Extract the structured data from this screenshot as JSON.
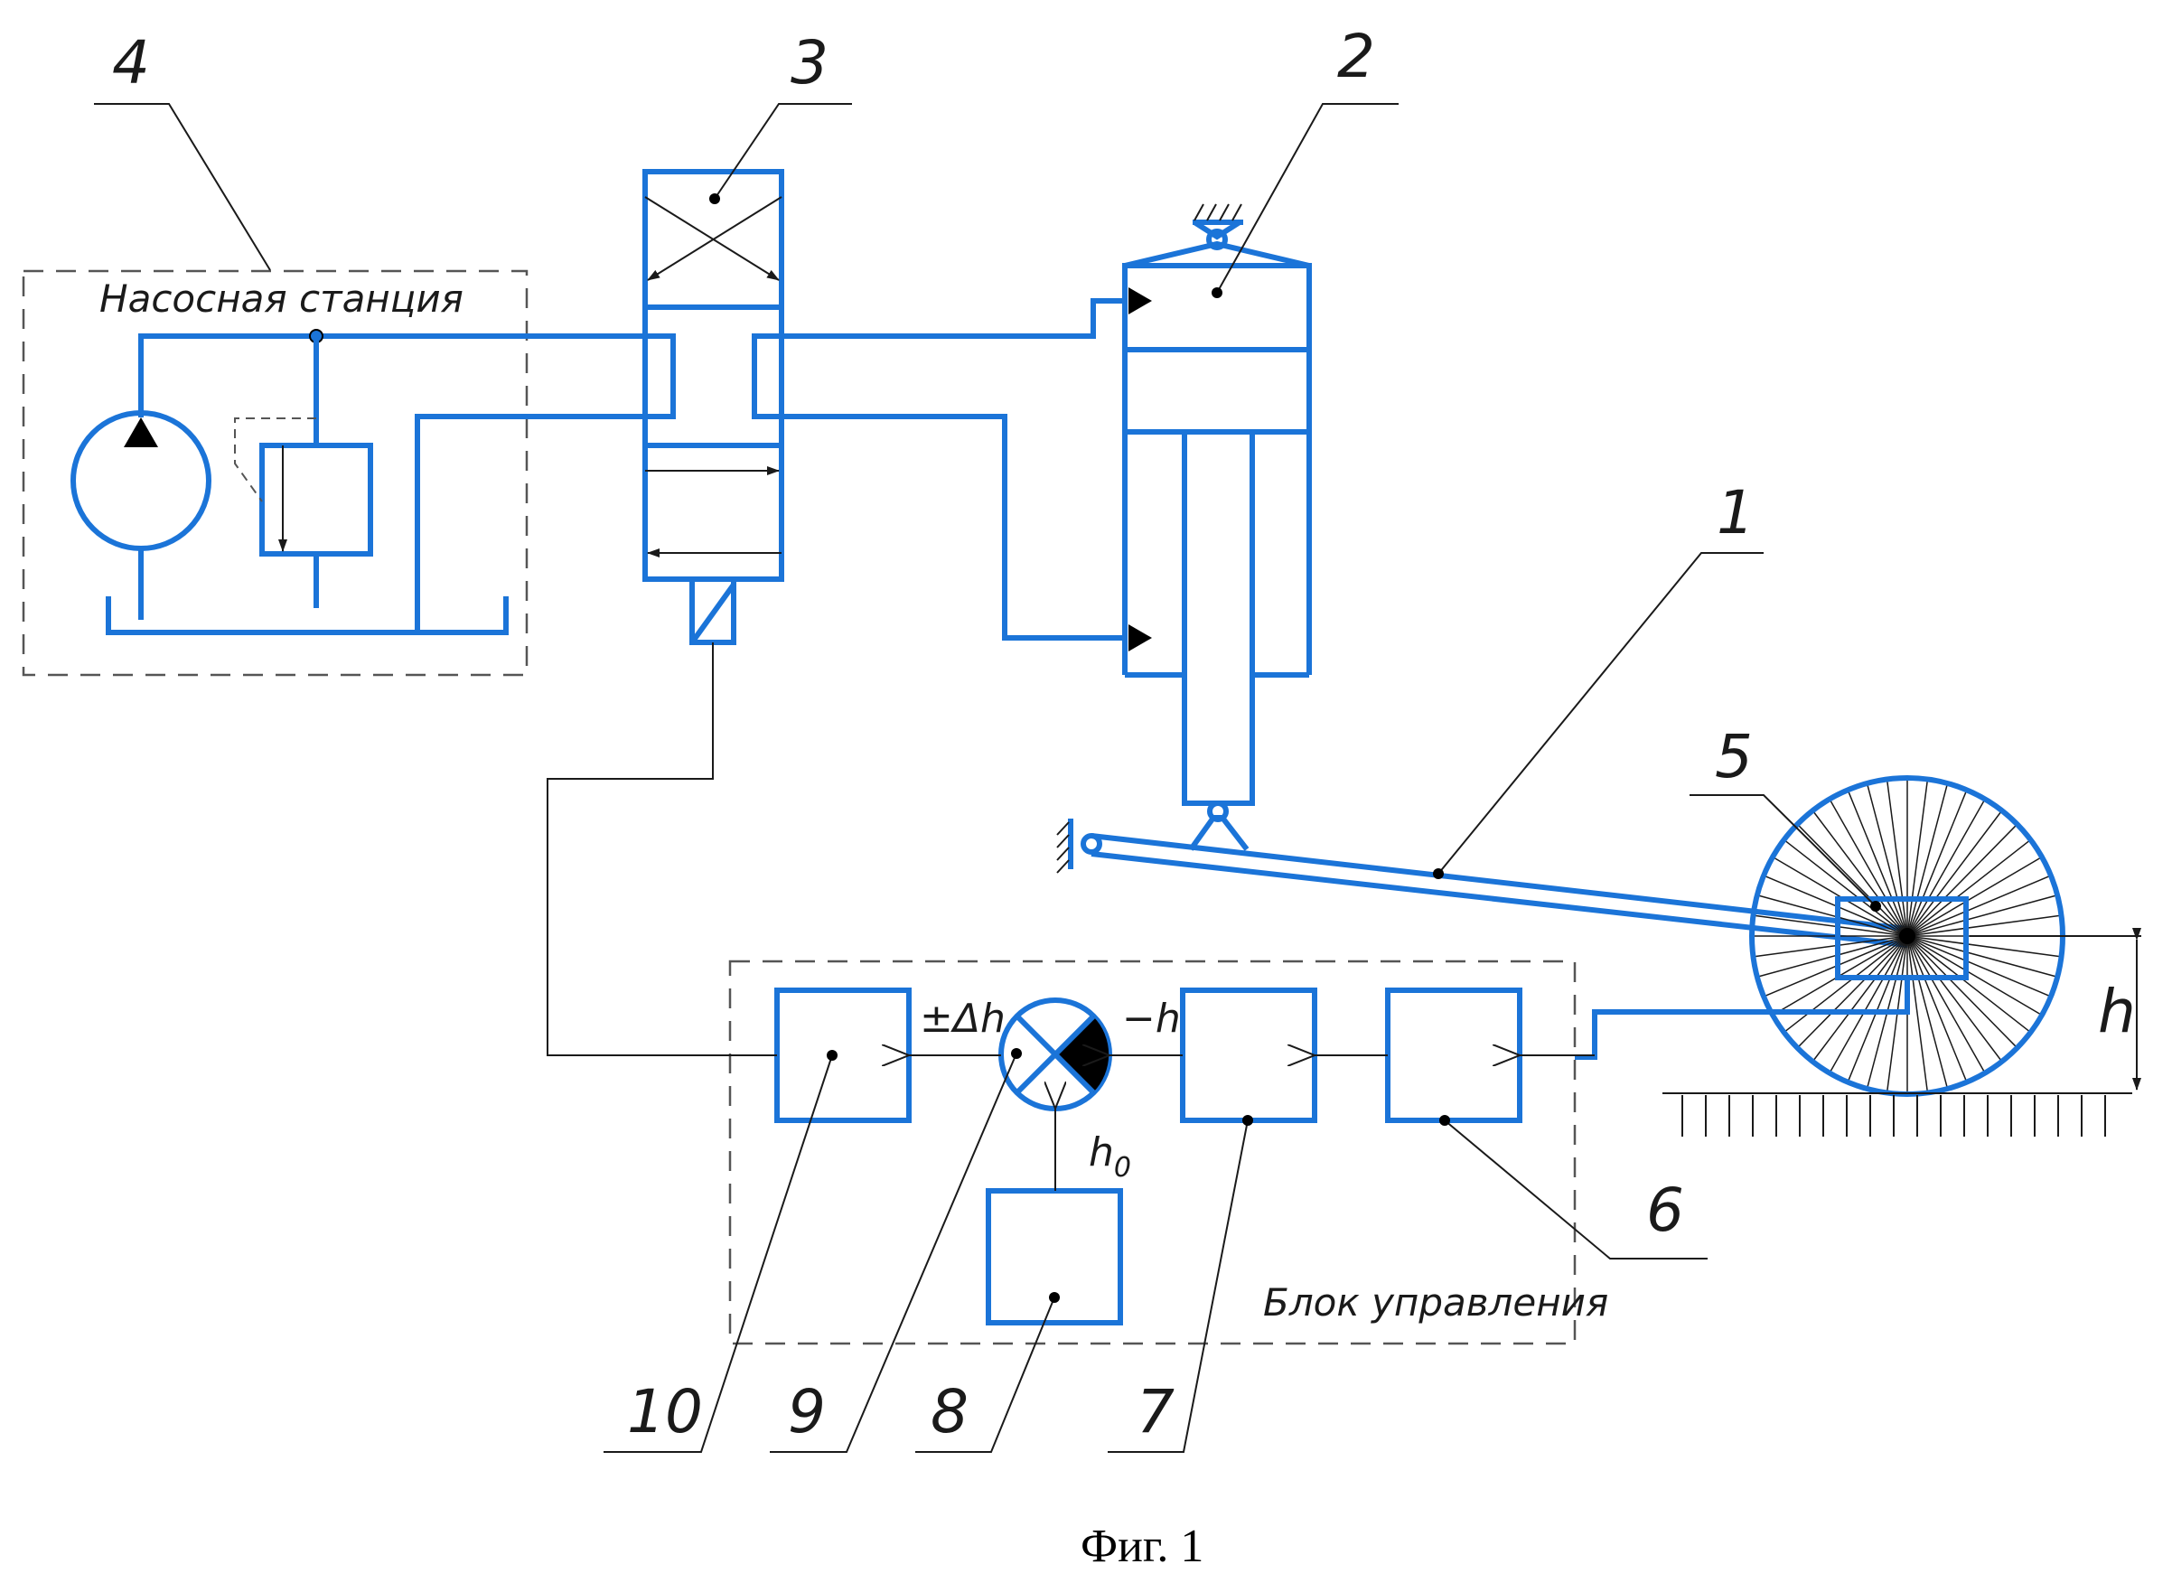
{
  "figure": {
    "caption": "Фиг. 1",
    "colors": {
      "hydraulic_line": "#1b74d8",
      "leader_line": "#1a1a1a",
      "boundary": "#555555"
    }
  },
  "groups": {
    "pump_station": {
      "label": "Насосная станция",
      "number": "4"
    },
    "control_block": {
      "label": "Блок управления"
    }
  },
  "callouts": {
    "arm": "1",
    "cylinder": "2",
    "valve": "3",
    "pump_station": "4",
    "wheel_sensor": "5",
    "block_6": "6",
    "block_7": "7",
    "setpoint_block": "8",
    "comparator": "9",
    "block_10": "10"
  },
  "signals": {
    "delta_h": "±Δh",
    "minus_h": "−h",
    "h0": "h",
    "h0_sub": "0",
    "height": "h"
  },
  "icons": {
    "pump": "pump-symbol",
    "relief_valve": "relief-valve-symbol",
    "directional_valve": "directional-valve-symbol",
    "solenoid": "solenoid-symbol",
    "cylinder": "hydraulic-cylinder-symbol",
    "comparator": "summing-junction-symbol",
    "wheel": "spoked-wheel-symbol",
    "ground": "ground-hatch-symbol",
    "fixed_support": "fixed-pivot-symbol"
  }
}
